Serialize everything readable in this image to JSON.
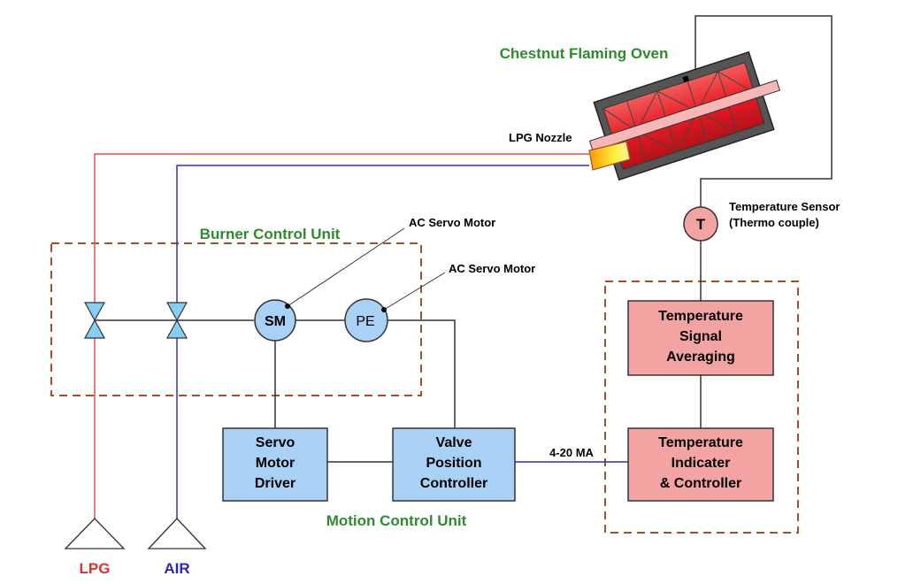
{
  "titles": {
    "oven": "Chestnut Flaming Oven",
    "burner_unit": "Burner Control Unit",
    "motion_unit": "Motion Control Unit"
  },
  "labels": {
    "lpg_nozzle": "LPG Nozzle",
    "servo_motor_1": "AC Servo Motor",
    "servo_motor_2": "AC Servo Motor",
    "sensor_line1": "Temperature Sensor",
    "sensor_line2": "(Thermo couple)",
    "current_signal": "4-20 MA",
    "lpg": "LPG",
    "air": "AIR"
  },
  "nodes": {
    "sm": "SM",
    "pe": "PE",
    "t": "T"
  },
  "boxes": {
    "servo_driver": [
      "Servo",
      "Motor",
      "Driver"
    ],
    "valve_controller": [
      "Valve",
      "Position",
      "Controller"
    ],
    "temp_averaging": [
      "Temperature",
      "Signal",
      "Averaging"
    ],
    "temp_indicator": [
      "Temperature",
      "Indicater",
      "& Controller"
    ]
  },
  "colors": {
    "lpg_line": "#d9534f",
    "air_line": "#3333aa",
    "blue_box": "#a9d0f5",
    "red_box": "#f4a3a3",
    "dashed_border": "#a0522d",
    "title_green": "#2e8b2e",
    "oven_red": "#e8202a"
  }
}
